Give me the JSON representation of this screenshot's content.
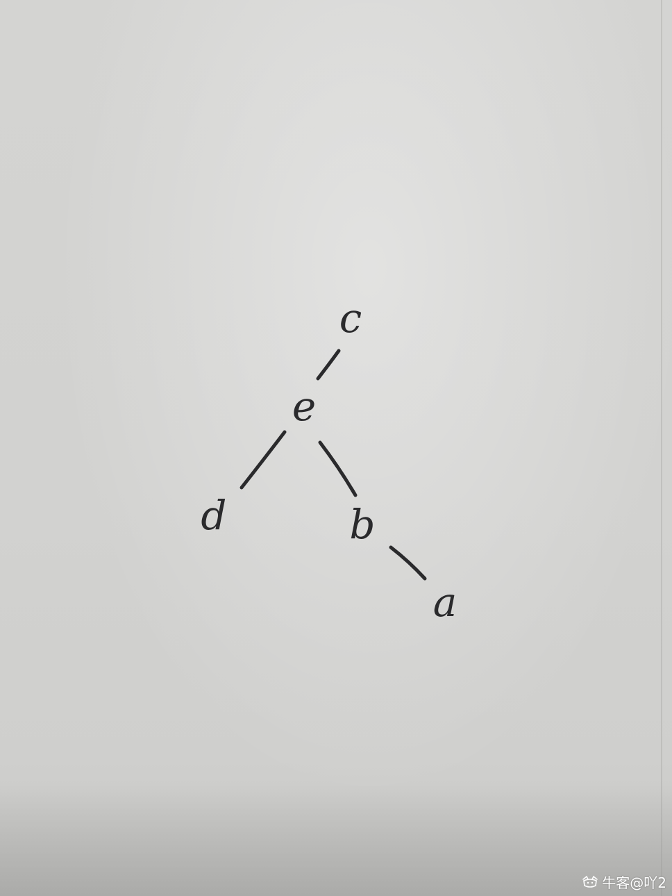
{
  "diagram": {
    "nodes": [
      {
        "id": "c",
        "label": "c"
      },
      {
        "id": "e",
        "label": "e"
      },
      {
        "id": "d",
        "label": "d"
      },
      {
        "id": "b",
        "label": "b"
      },
      {
        "id": "a",
        "label": "a"
      }
    ],
    "edges": [
      {
        "from": "c",
        "to": "e"
      },
      {
        "from": "e",
        "to": "d"
      },
      {
        "from": "e",
        "to": "b"
      },
      {
        "from": "b",
        "to": "a"
      }
    ]
  },
  "watermark": {
    "text": "牛客@吖2",
    "logo_icon": "nowcoder-logo-icon"
  }
}
